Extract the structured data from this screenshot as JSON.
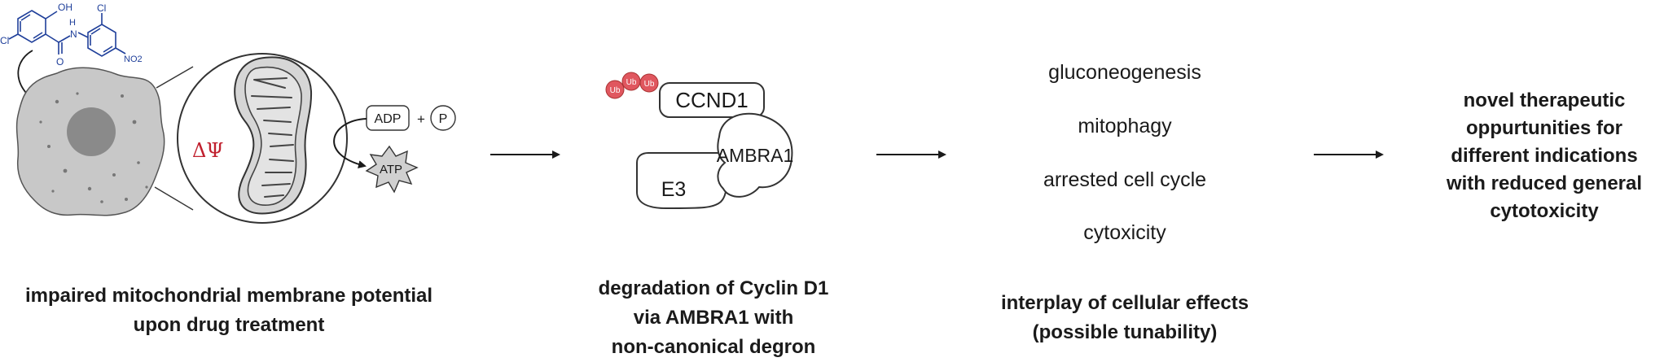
{
  "molecule": {
    "oh_label": "OH",
    "cl_left_label": "Cl",
    "h_label": "H",
    "n_label": "N",
    "o_label": "O",
    "cl_right_label": "Cl",
    "no2_label": "NO2",
    "color": "#1f3f9a"
  },
  "panel1": {
    "delta_psi": "ΔΨ",
    "adp": "ADP",
    "plus": "+",
    "p": "P",
    "atp": "ATP",
    "caption_line1": "impaired mitochondrial membrane potential",
    "caption_line2": "upon drug treatment"
  },
  "panel2": {
    "ub": "Ub",
    "ccnd1": "CCND1",
    "ambra1": "AMBRA1",
    "e3": "E3",
    "caption_line1": "degradation of Cyclin D1",
    "caption_line2": "via AMBRA1 with",
    "caption_line3": "non-canonical degron",
    "ub_color": "#e0575f"
  },
  "panel3": {
    "effects": [
      "gluconeogenesis",
      "mitophagy",
      "arrested cell cycle",
      "cytoxicity"
    ],
    "caption_line1": "interplay of cellular effects",
    "caption_line2": "(possible tunability)"
  },
  "panel4": {
    "line1": "novel therapeutic",
    "line2": "oppurtunities for",
    "line3": "different indications",
    "line4": "with reduced general",
    "line5": "cytotoxicity"
  },
  "colors": {
    "delta_psi": "#c0202e",
    "cell_fill": "#c8c8c8",
    "nucleus_fill": "#8a8a8a",
    "mito_fill": "#d6d6d6"
  }
}
